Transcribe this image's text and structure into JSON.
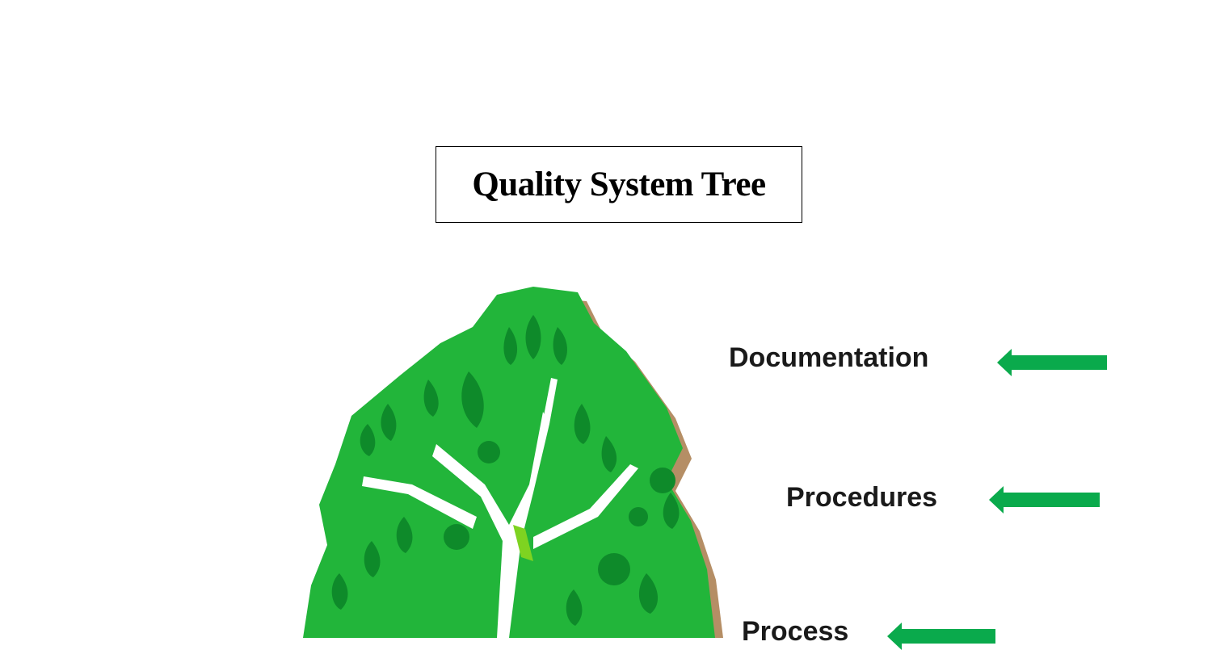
{
  "title": "Quality System Tree",
  "labels": {
    "documentation": "Documentation",
    "procedures": "Procedures",
    "process": "Process"
  },
  "colors": {
    "leaf_light": "#22b53a",
    "leaf_dark": "#0e8a2a",
    "leaf_shadow": "#a87a4a",
    "arrow": "#0aaa4c"
  },
  "icons": {
    "tree": "tree-illustration",
    "arrow": "left-arrow-icon"
  }
}
